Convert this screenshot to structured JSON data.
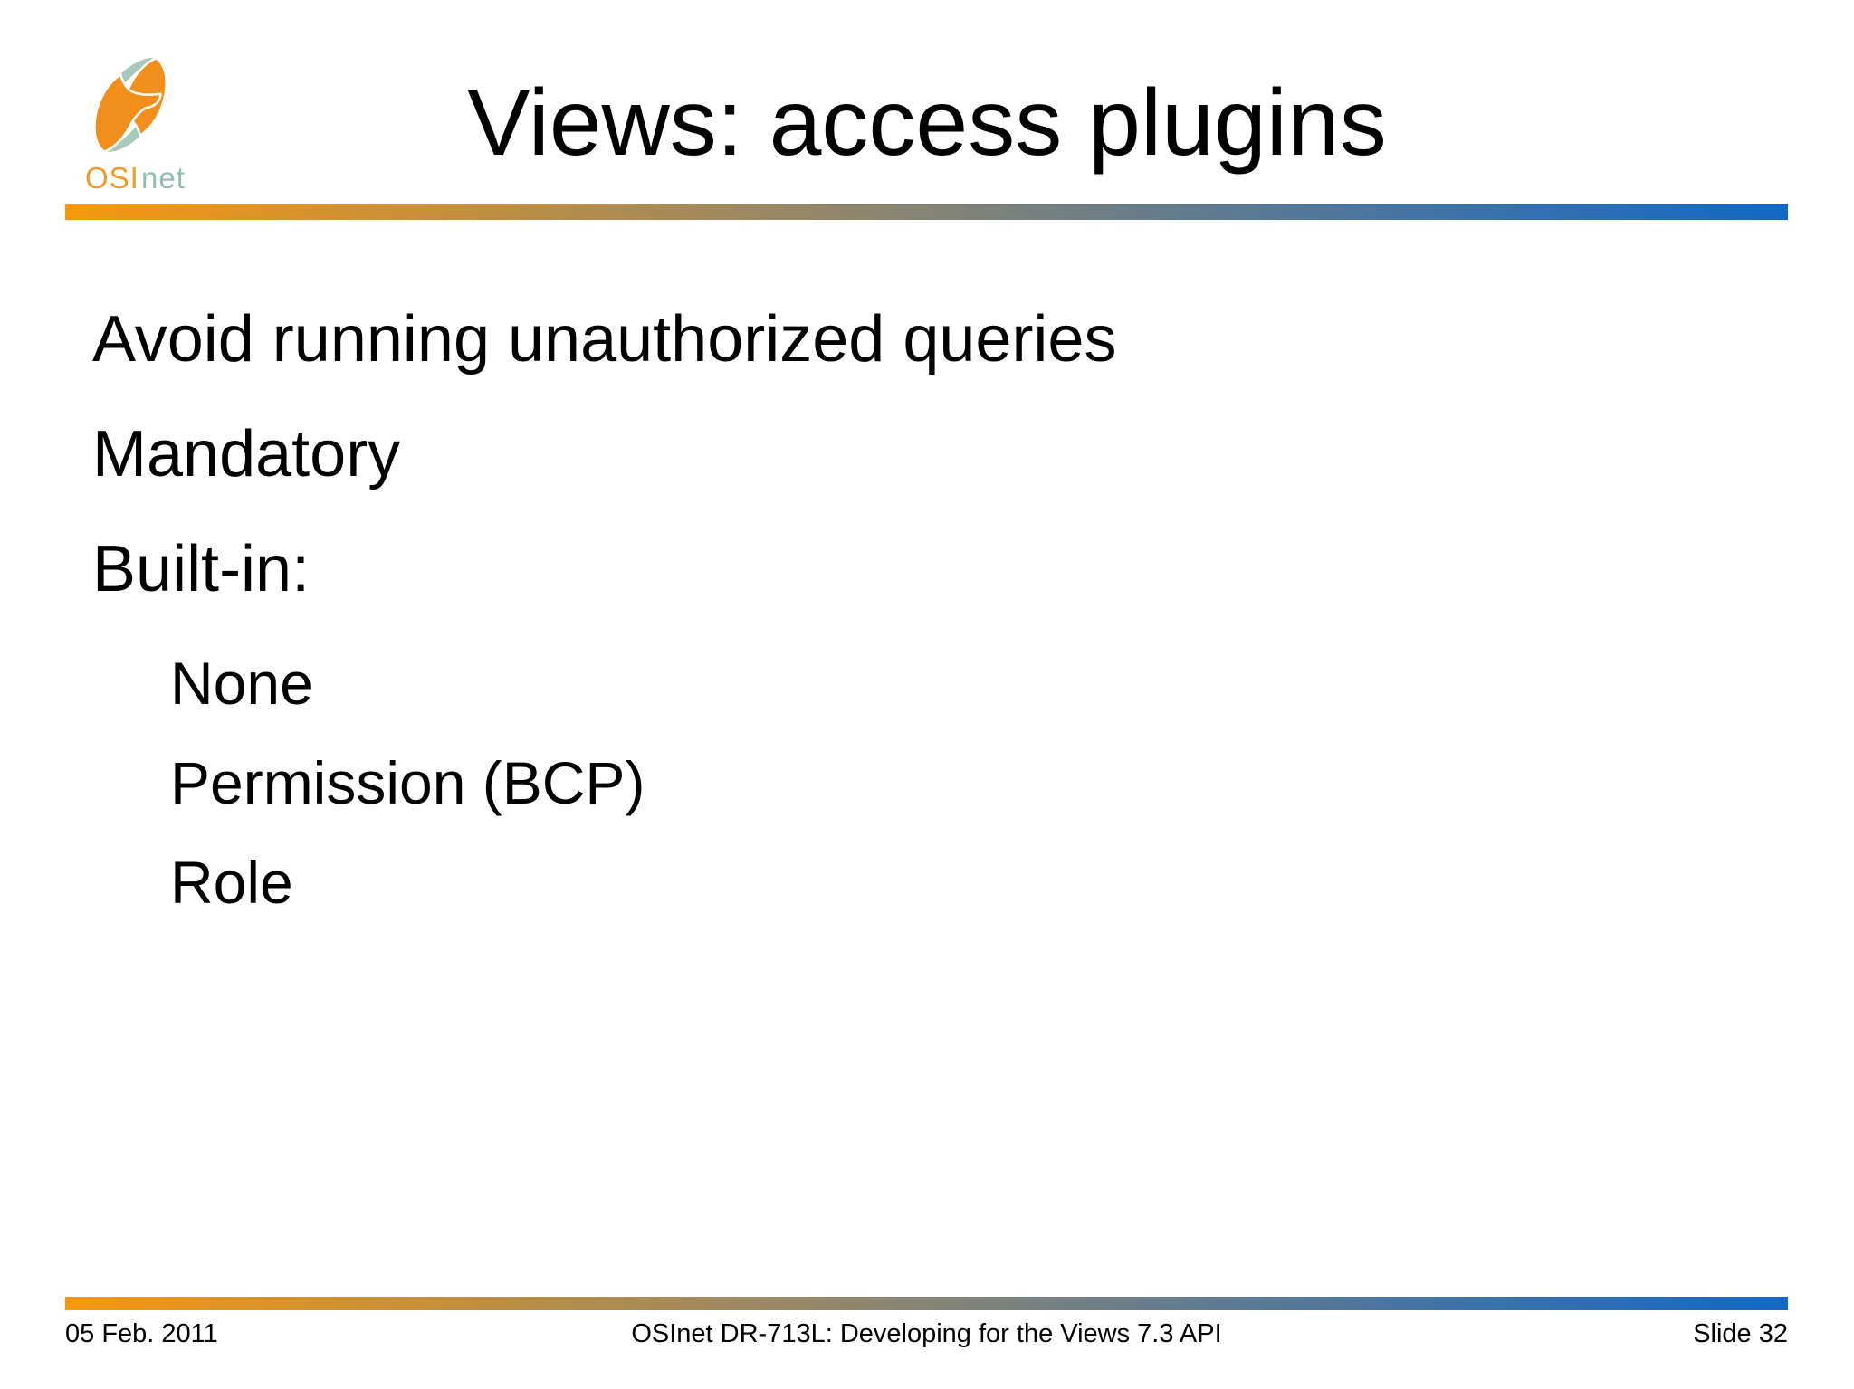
{
  "header": {
    "title": "Views: access plugins"
  },
  "logo": {
    "icon": "osinet-ellipse-logo",
    "text_primary": "OSI",
    "text_secondary": "net"
  },
  "content": {
    "level1_items": [
      "Avoid running unauthorized queries",
      "Mandatory",
      "Built-in:"
    ],
    "level2_items": [
      "None",
      "Permission (BCP)",
      "Role"
    ]
  },
  "footer": {
    "date": "05 Feb. 2011",
    "deck_title": "OSInet DR-713L: Developing for the Views 7.3 API",
    "slide_number": "Slide 32"
  },
  "colors": {
    "background": "#FFFFFF",
    "text": "#000000",
    "accent_orange": "#F6980E",
    "accent_blue": "#1268C6",
    "gradient_mid": "#8A8572",
    "logo_orange": "#F18E1C",
    "logo_sage": "#A9C8BC",
    "wordmark_orange": "#F09A28",
    "wordmark_sage": "#8FBEB0"
  }
}
